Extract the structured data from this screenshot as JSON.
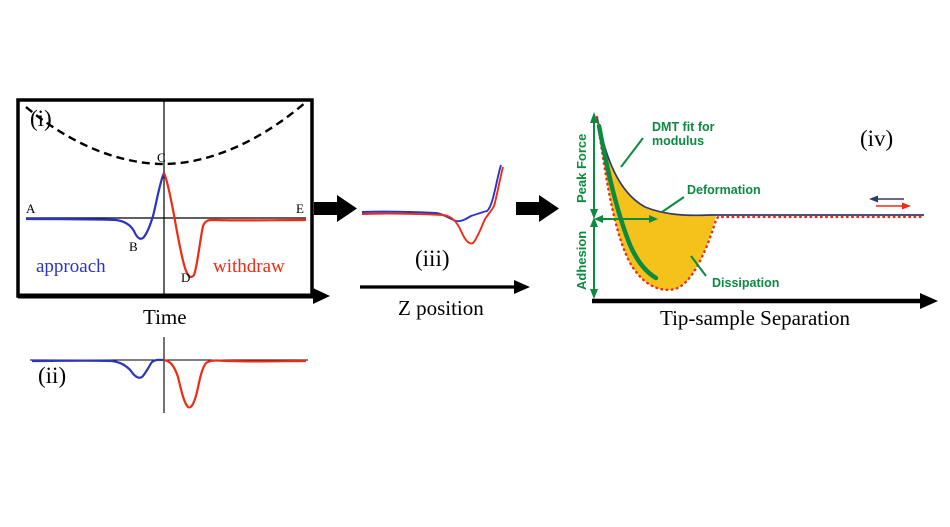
{
  "panel_i": {
    "label": "(i)",
    "point_a": "A",
    "point_b": "B",
    "point_c": "C",
    "point_d": "D",
    "point_e": "E",
    "approach": "approach",
    "withdraw": "withdraw",
    "x_axis": "Time"
  },
  "panel_ii": {
    "label": "(ii)"
  },
  "panel_iii": {
    "label": "(iii)",
    "x_axis": "Z position"
  },
  "panel_iv": {
    "label": "(iv)",
    "y_upper": "Peak Force",
    "y_lower": "Adhesion",
    "annotation_dmt": "DMT fit for modulus",
    "annotation_deformation": "Deformation",
    "annotation_dissipation": "Dissipation",
    "x_axis": "Tip-sample Separation"
  },
  "colors": {
    "approach_blue": "#2a35c0",
    "withdraw_red": "#ee2b15",
    "annotation_green": "#0c8a40",
    "dissipation_fill": "#f4c21a",
    "z_dashed_black": "#000000"
  }
}
